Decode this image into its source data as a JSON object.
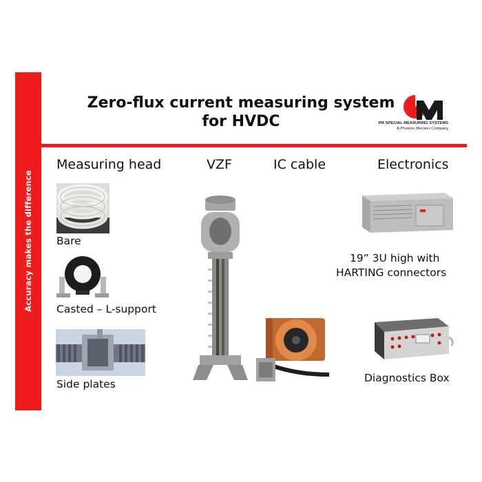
{
  "sidebar": {
    "text": "Accuracy makes the difference"
  },
  "title": {
    "line1": "Zero-flux current measuring system",
    "line2": "for HVDC"
  },
  "logo": {
    "name": "PM SPECIAL MEASURING SYSTEMS",
    "tagline": "A Phoenix Mecano Company"
  },
  "columns": {
    "measuring_head": "Measuring head",
    "vzf": "VZF",
    "ic_cable": "IC cable",
    "electronics": "Electronics"
  },
  "measuring_head": {
    "bare": "Bare",
    "casted": "Casted – L-support",
    "side_plates": "Side plates"
  },
  "electronics": {
    "rack_line1": "19” 3U high with",
    "rack_line2": "HARTING connectors",
    "diagnostics": "Diagnostics Box"
  },
  "colors": {
    "accent": "#ee1c1c",
    "text": "#111111"
  }
}
